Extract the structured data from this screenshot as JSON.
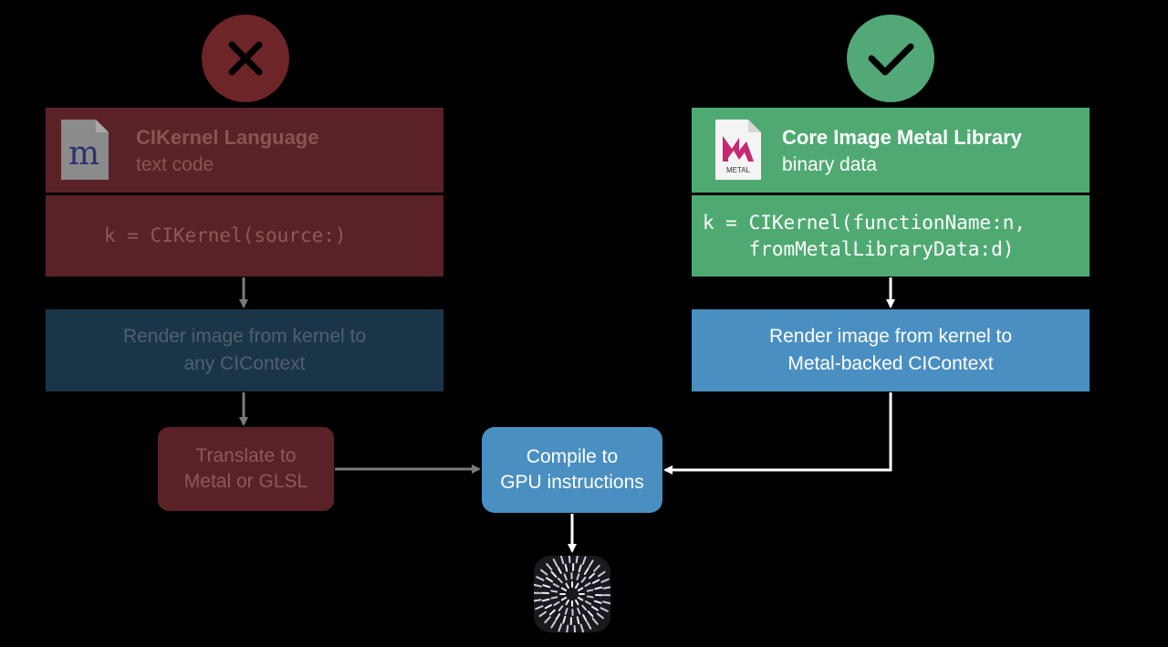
{
  "status": {
    "bad_icon": "x-mark-icon",
    "good_icon": "checkmark-icon"
  },
  "left": {
    "header_title": "CIKernel Language",
    "header_subtitle": "text code",
    "file_icon": "m-document-icon",
    "file_icon_letter": "m",
    "code_line": "k = CIKernel(source:)",
    "render_line1": "Render image from kernel to",
    "render_line2": "any CIContext",
    "translate_line1": "Translate to",
    "translate_line2": "Metal or GLSL"
  },
  "right": {
    "header_title": "Core Image Metal Library",
    "header_subtitle": "binary data",
    "file_icon": "metal-document-icon",
    "file_icon_label": "METAL",
    "code_line1": "k = CIKernel(functionName:n,",
    "code_line2": "    fromMetalLibraryData:d)",
    "render_line1": "Render image from kernel to",
    "render_line2": "Metal-backed CIContext"
  },
  "center": {
    "compile_line1": "Compile to",
    "compile_line2": "GPU instructions",
    "output_icon": "gpu-output-icon"
  },
  "colors": {
    "bad_red": "#5a2226",
    "good_green": "#4faa72",
    "render_blue": "#4a8fc1",
    "render_blue_dim": "#1b3548"
  }
}
